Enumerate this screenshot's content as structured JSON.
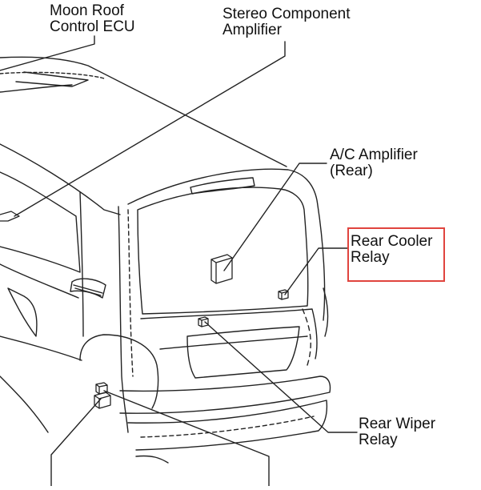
{
  "labels": {
    "moon_roof_ecu": {
      "line1": "Moon Roof",
      "line2": "Control ECU"
    },
    "stereo_amplifier": {
      "line1": "Stereo Component",
      "line2": "Amplifier"
    },
    "ac_amplifier": {
      "line1": "A/C Amplifier",
      "line2": "(Rear)"
    },
    "rear_cooler_relay": {
      "line1": "Rear Cooler",
      "line2": "Relay"
    },
    "rear_wiper_relay": {
      "line1": "Rear Wiper",
      "line2": "Relay"
    }
  },
  "highlight": {
    "target": "rear_cooler_relay",
    "color": "#e0443e"
  }
}
